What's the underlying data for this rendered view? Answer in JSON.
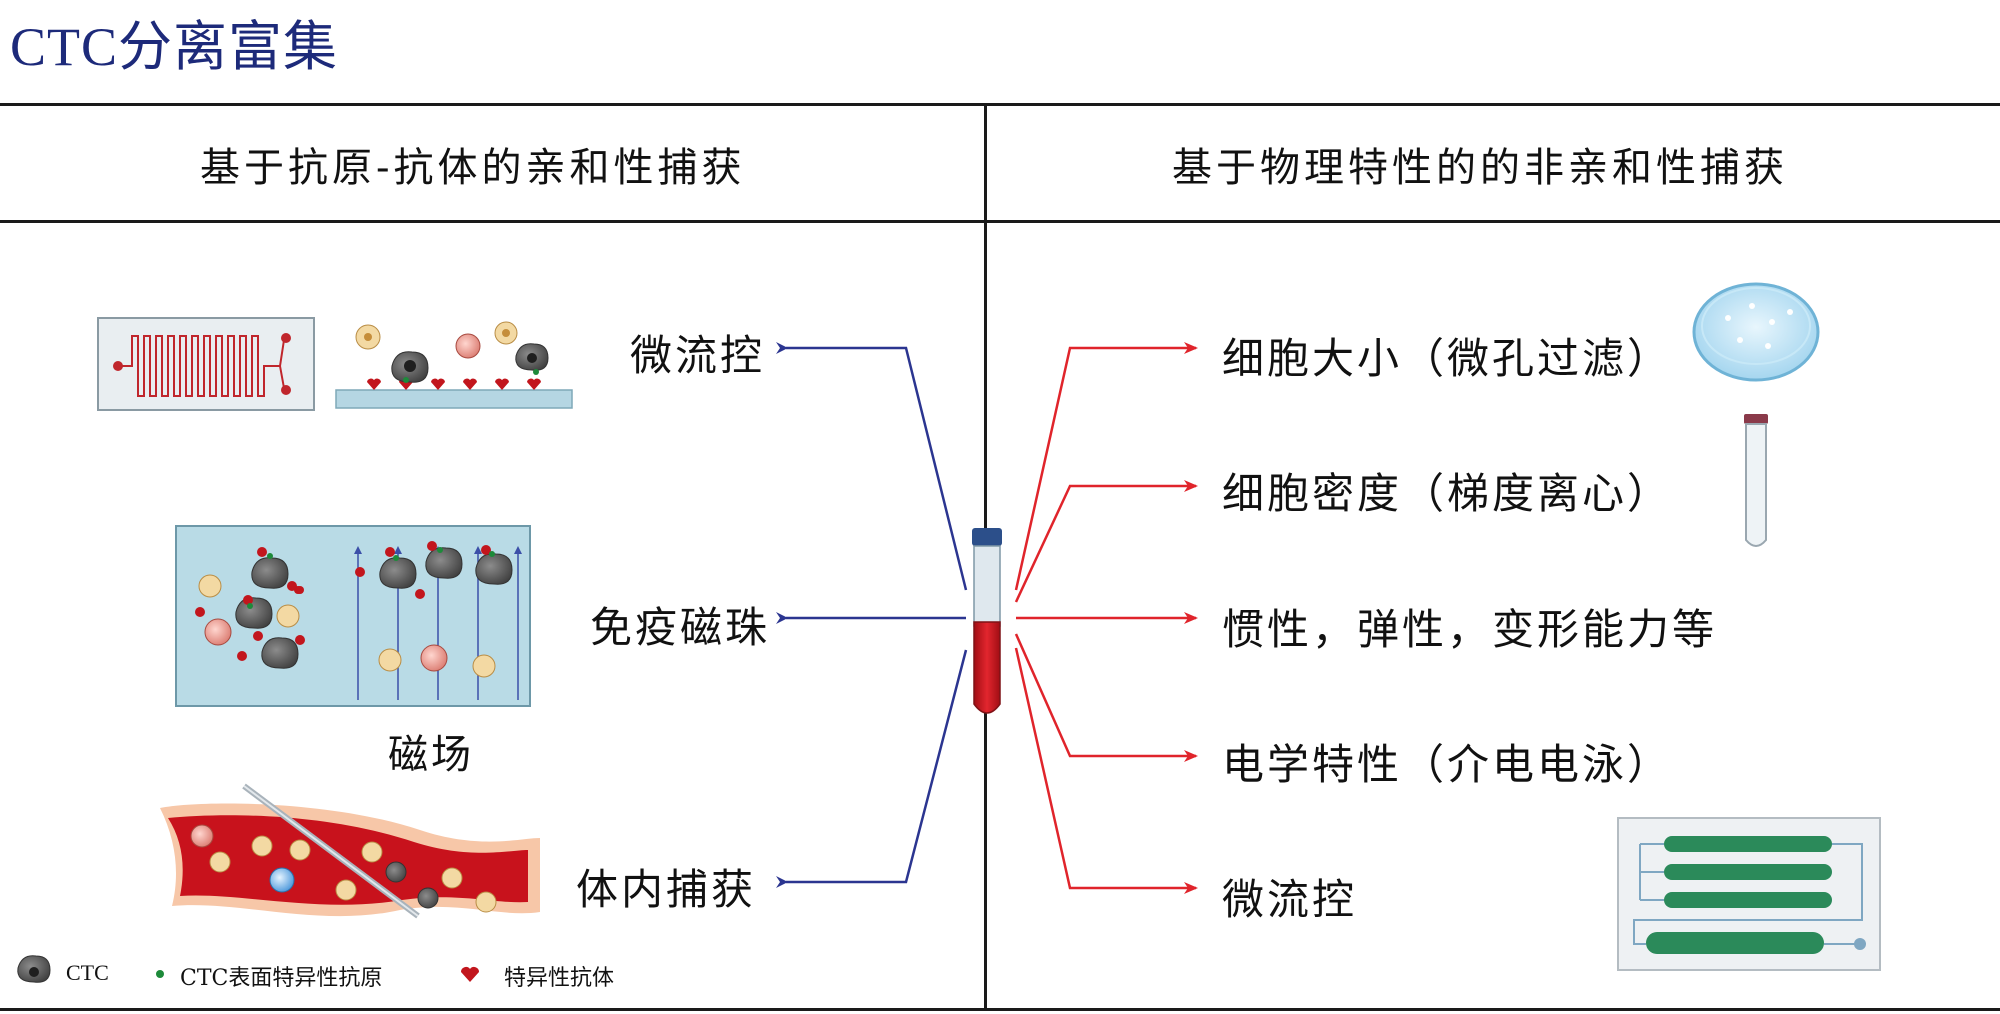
{
  "title": "CTC分离富集",
  "left_header": "基于抗原-抗体的亲和性捕获",
  "right_header": "基于物理特性的的非亲和性捕获",
  "left_methods": [
    "微流控",
    "免疫磁珠",
    "体内捕获"
  ],
  "right_methods": [
    "细胞大小（微孔过滤）",
    "细胞密度（梯度离心）",
    "惯性，弹性，变形能力等",
    "电学特性（介电电泳）",
    "微流控"
  ],
  "magnetic_field_label": "磁场",
  "legend": {
    "ctc": "CTC",
    "antigen": "CTC表面特异性抗原",
    "antibody": "特异性抗体"
  },
  "colors": {
    "title": "#1d2a7a",
    "left_arrows": "#2b3590",
    "right_arrows": "#e0242b",
    "blood": "#c8121c"
  }
}
